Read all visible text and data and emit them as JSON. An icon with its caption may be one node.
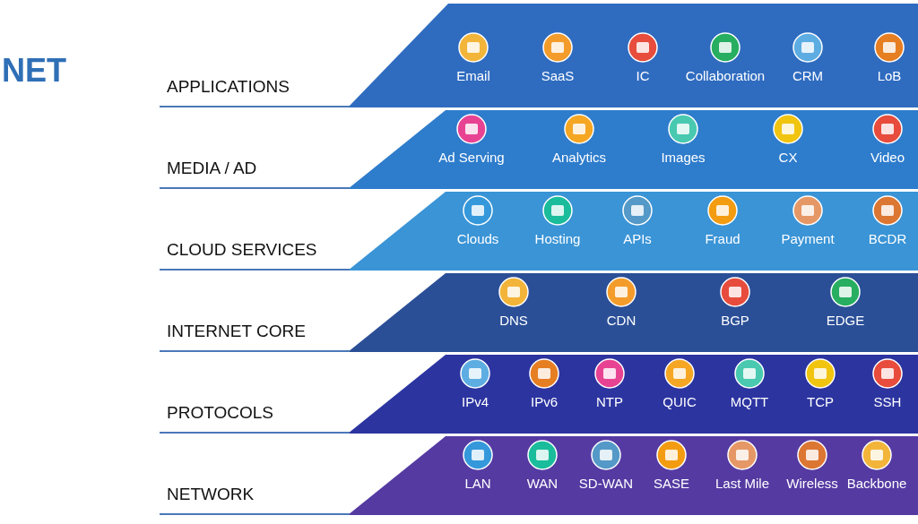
{
  "diagram": {
    "title": "NET",
    "nodes": [
      {
        "text": [
          "APPLICATIONS"
        ]
      },
      {
        "text": [
          "Email"
        ],
        "in": 0
      },
      {
        "text": [
          "SaaS"
        ],
        "in": 0
      },
      {
        "text": [
          "IC"
        ],
        "in": 0
      },
      {
        "text": [
          "Collaboration"
        ],
        "in": 0
      },
      {
        "text": [
          "CRM"
        ],
        "in": 0
      },
      {
        "text": [
          "LoB"
        ],
        "in": 0
      },
      {
        "text": [
          "MEDIA / AD"
        ]
      },
      {
        "text": [
          "Ad Serving"
        ],
        "in": 7
      },
      {
        "text": [
          "Analytics"
        ],
        "in": 7
      },
      {
        "text": [
          "Images"
        ],
        "in": 7
      },
      {
        "text": [
          "CX"
        ],
        "in": 7
      },
      {
        "text": [
          "Video"
        ],
        "in": 7
      },
      {
        "text": [
          "CLOUD SERVICES"
        ]
      },
      {
        "text": [
          "Clouds"
        ],
        "in": 13
      },
      {
        "text": [
          "Hosting"
        ],
        "in": 13
      },
      {
        "text": [
          "APIs"
        ],
        "in": 13
      },
      {
        "text": [
          "Fraud"
        ],
        "in": 13
      },
      {
        "text": [
          "Payment"
        ],
        "in": 13
      },
      {
        "text": [
          "BCDR"
        ],
        "in": 13
      },
      {
        "text": [
          "INTERNET CORE"
        ]
      },
      {
        "text": [
          "DNS"
        ],
        "in": 20
      },
      {
        "text": [
          "CDN"
        ],
        "in": 20
      },
      {
        "text": [
          "BGP"
        ],
        "in": 20
      },
      {
        "text": [
          "EDGE"
        ],
        "in": 20
      },
      {
        "text": [
          "PROTOCOLS"
        ]
      },
      {
        "text": [
          "IPv4"
        ],
        "in": 25
      },
      {
        "text": [
          "IPv6"
        ],
        "in": 25
      },
      {
        "text": [
          "NTP"
        ],
        "in": 25
      },
      {
        "text": [
          "QUIC"
        ],
        "in": 25
      },
      {
        "text": [
          "MQTT"
        ],
        "in": 25
      },
      {
        "text": [
          "TCP"
        ],
        "in": 25
      },
      {
        "text": [
          "SSH"
        ],
        "in": 25
      },
      {
        "text": [
          "NETWORK"
        ]
      },
      {
        "text": [
          "LAN"
        ],
        "in": 33
      },
      {
        "text": [
          "WAN"
        ],
        "in": 33
      },
      {
        "text": [
          "SD-WAN"
        ],
        "in": 33
      },
      {
        "text": [
          "SASE"
        ],
        "in": 33
      },
      {
        "text": [
          "Last Mile"
        ],
        "in": 33
      },
      {
        "text": [
          "Wireless"
        ],
        "in": 33
      },
      {
        "text": [
          "Backbone"
        ],
        "in": 33
      }
    ],
    "edges": []
  }
}
